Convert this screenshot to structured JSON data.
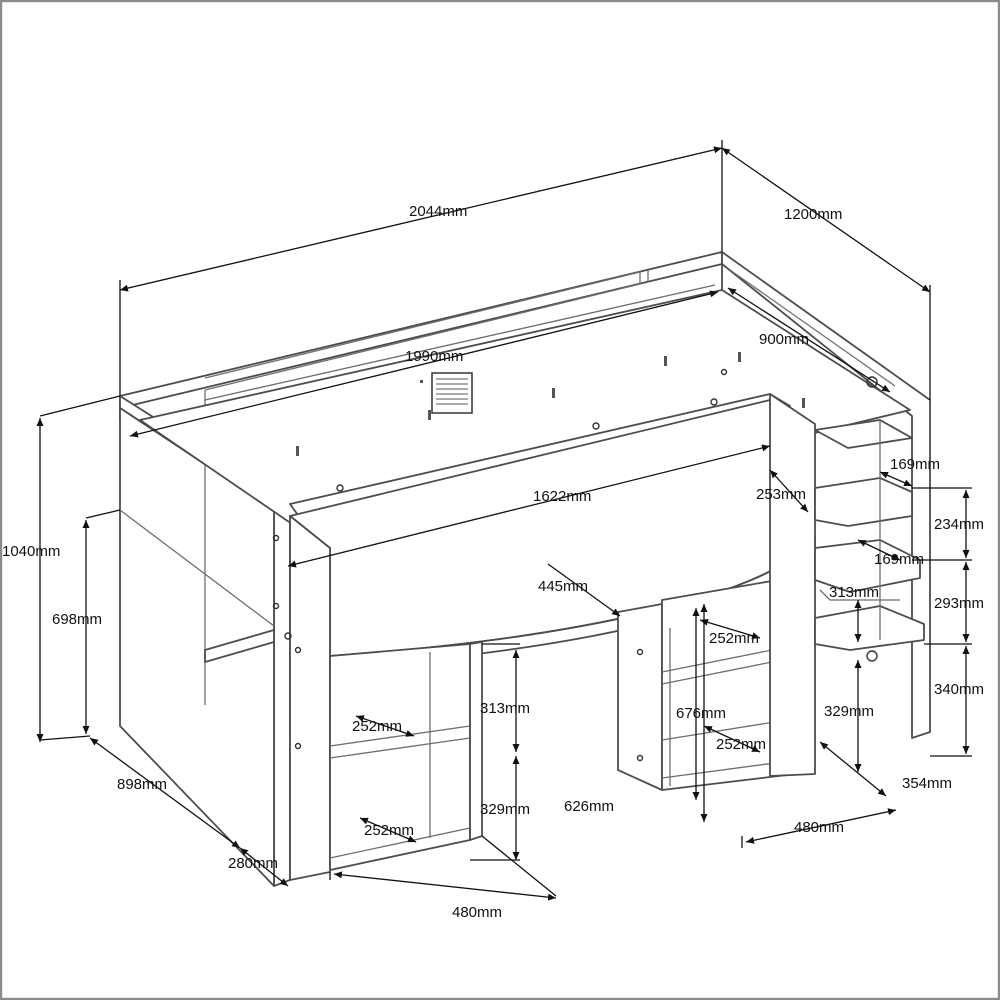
{
  "diagram": {
    "colors": {
      "line": "#4d4d4d",
      "dimension": "#111111",
      "frame": "#8a8a8a",
      "background": "#ffffff"
    },
    "dimensions": {
      "length": "2044mm",
      "width": "1200mm",
      "mattress_length": "1990mm",
      "mattress_width": "900mm",
      "desk_length": "1622mm",
      "desk_width": "253mm",
      "desk_depth": "445mm",
      "total_height": "1040mm",
      "under_height": "698mm",
      "side_depth": "898mm",
      "panel_depth": "280mm",
      "left_shelf_upper_height": "313mm",
      "left_shelf_upper_width": "252mm",
      "left_shelf_lower_height": "329mm",
      "left_shelf_lower_width": "252mm",
      "left_unit_width": "480mm",
      "desk_height": "626mm",
      "right_unit_inner_height": "676mm",
      "right_shelf_upper_width": "252mm",
      "right_shelf_lower_width": "252mm",
      "right_unit_width": "480mm",
      "stair_step_depth_top": "169mm",
      "stair_step_depth_mid": "169mm",
      "stair_step_height_top": "234mm",
      "stair_step_height_mid": "293mm",
      "stair_step_height_bottom": "340mm",
      "stair_shelf_upper": "313mm",
      "stair_shelf_lower": "329mm",
      "stair_depth": "354mm"
    }
  }
}
